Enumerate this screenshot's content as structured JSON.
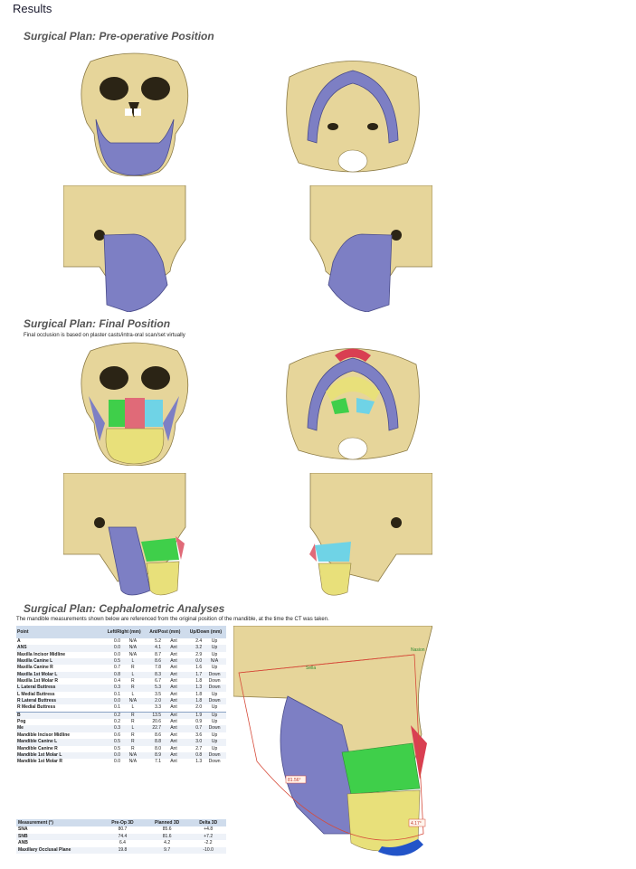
{
  "page_heading": "Results",
  "sections": {
    "preop": {
      "title": "Surgical Plan: Pre-operative Position"
    },
    "final": {
      "title": "Surgical Plan: Final Position",
      "note": "Final occlusion is based on plaster casts/intra-oral scan/set virtually"
    },
    "ceph": {
      "title": "Surgical Plan: Cephalometric Analyses",
      "note": "The mandible measurements shown below are referenced from the original position of the mandible, at the time the CT was taken."
    }
  },
  "measurements_table": {
    "headers": {
      "point": "Point",
      "lr": "Left/Right (mm)",
      "ap": "Ant/Post (mm)",
      "ud": "Up/Down (mm)"
    },
    "rows": [
      {
        "point": "A",
        "lr": "0.0",
        "lr_dir": "N/A",
        "ap": "5.2",
        "ap_dir": "Ant",
        "ud": "2.4",
        "ud_dir": "Up"
      },
      {
        "point": "ANS",
        "lr": "0.0",
        "lr_dir": "N/A",
        "ap": "4.1",
        "ap_dir": "Ant",
        "ud": "3.2",
        "ud_dir": "Up"
      },
      {
        "point": "Maxilla Incisor Midline",
        "lr": "0.0",
        "lr_dir": "N/A",
        "ap": "8.7",
        "ap_dir": "Ant",
        "ud": "2.9",
        "ud_dir": "Up"
      },
      {
        "point": "Maxilla Canine L",
        "lr": "0.5",
        "lr_dir": "L",
        "ap": "8.6",
        "ap_dir": "Ant",
        "ud": "0.0",
        "ud_dir": "N/A"
      },
      {
        "point": "Maxilla Canine R",
        "lr": "0.7",
        "lr_dir": "R",
        "ap": "7.8",
        "ap_dir": "Ant",
        "ud": "1.6",
        "ud_dir": "Up"
      },
      {
        "point": "Maxilla 1st Molar L",
        "lr": "0.8",
        "lr_dir": "L",
        "ap": "8.3",
        "ap_dir": "Ant",
        "ud": "1.7",
        "ud_dir": "Down"
      },
      {
        "point": "Maxilla 1st Molar R",
        "lr": "0.4",
        "lr_dir": "R",
        "ap": "6.7",
        "ap_dir": "Ant",
        "ud": "1.8",
        "ud_dir": "Down"
      },
      {
        "point": "L Lateral Buttress",
        "lr": "0.3",
        "lr_dir": "R",
        "ap": "5.3",
        "ap_dir": "Ant",
        "ud": "1.3",
        "ud_dir": "Down"
      },
      {
        "point": "L Medial Buttress",
        "lr": "0.1",
        "lr_dir": "L",
        "ap": "3.5",
        "ap_dir": "Ant",
        "ud": "1.8",
        "ud_dir": "Up"
      },
      {
        "point": "R Lateral Buttress",
        "lr": "0.0",
        "lr_dir": "N/A",
        "ap": "2.0",
        "ap_dir": "Ant",
        "ud": "1.8",
        "ud_dir": "Down"
      },
      {
        "point": "R Medial Buttress",
        "lr": "0.1",
        "lr_dir": "L",
        "ap": "3.3",
        "ap_dir": "Ant",
        "ud": "2.0",
        "ud_dir": "Up"
      },
      {
        "point": "B",
        "lr": "0.2",
        "lr_dir": "R",
        "ap": "13.5",
        "ap_dir": "Ant",
        "ud": "1.9",
        "ud_dir": "Up"
      },
      {
        "point": "Pog",
        "lr": "0.2",
        "lr_dir": "R",
        "ap": "20.6",
        "ap_dir": "Ant",
        "ud": "0.9",
        "ud_dir": "Up"
      },
      {
        "point": "Me",
        "lr": "0.3",
        "lr_dir": "L",
        "ap": "22.7",
        "ap_dir": "Ant",
        "ud": "0.7",
        "ud_dir": "Down"
      },
      {
        "point": "Mandible Incisor Midline",
        "lr": "0.6",
        "lr_dir": "R",
        "ap": "8.6",
        "ap_dir": "Ant",
        "ud": "3.6",
        "ud_dir": "Up"
      },
      {
        "point": "Mandible Canine L",
        "lr": "0.5",
        "lr_dir": "R",
        "ap": "8.8",
        "ap_dir": "Ant",
        "ud": "3.0",
        "ud_dir": "Up"
      },
      {
        "point": "Mandible Canine R",
        "lr": "0.5",
        "lr_dir": "R",
        "ap": "8.0",
        "ap_dir": "Ant",
        "ud": "2.7",
        "ud_dir": "Up"
      },
      {
        "point": "Mandible 1st Molar L",
        "lr": "0.0",
        "lr_dir": "N/A",
        "ap": "8.9",
        "ap_dir": "Ant",
        "ud": "0.8",
        "ud_dir": "Down"
      },
      {
        "point": "Mandible 1st Molar R",
        "lr": "0.0",
        "lr_dir": "N/A",
        "ap": "7.1",
        "ap_dir": "Ant",
        "ud": "1.3",
        "ud_dir": "Down"
      }
    ]
  },
  "ceph_table": {
    "headers": {
      "measurement": "Measurement (°)",
      "preop": "Pre-Op 3D",
      "planned": "Planned 3D",
      "delta": "Delta 3D"
    },
    "rows": [
      {
        "measurement": "SNA",
        "preop": "80.7",
        "planned": "85.6",
        "delta": "+4.8"
      },
      {
        "measurement": "SNB",
        "preop": "74.4",
        "planned": "81.6",
        "delta": "+7.2"
      },
      {
        "measurement": "ANB",
        "preop": "6.4",
        "planned": "4.2",
        "delta": "-2.2"
      },
      {
        "measurement": "Maxillary Occlusal Plane",
        "preop": "19.8",
        "planned": "9.7",
        "delta": "-10.0"
      }
    ]
  },
  "ceph_image": {
    "labels": {
      "sella": "Sella",
      "nasion": "Nasion",
      "angle1": "81.56°",
      "angle2": "4.17°"
    }
  },
  "colors": {
    "bone": "#e6d59a",
    "mandible": "#7d7fc4",
    "maxilla_left": "#6fd3e6",
    "maxilla_right": "#e06a78",
    "maxilla_center": "#d93f52",
    "mandible_distal": "#e8e07a",
    "maxilla_segment": "#3fcf4a",
    "chin": "#2354c8",
    "table_header": "#cfdcec"
  }
}
